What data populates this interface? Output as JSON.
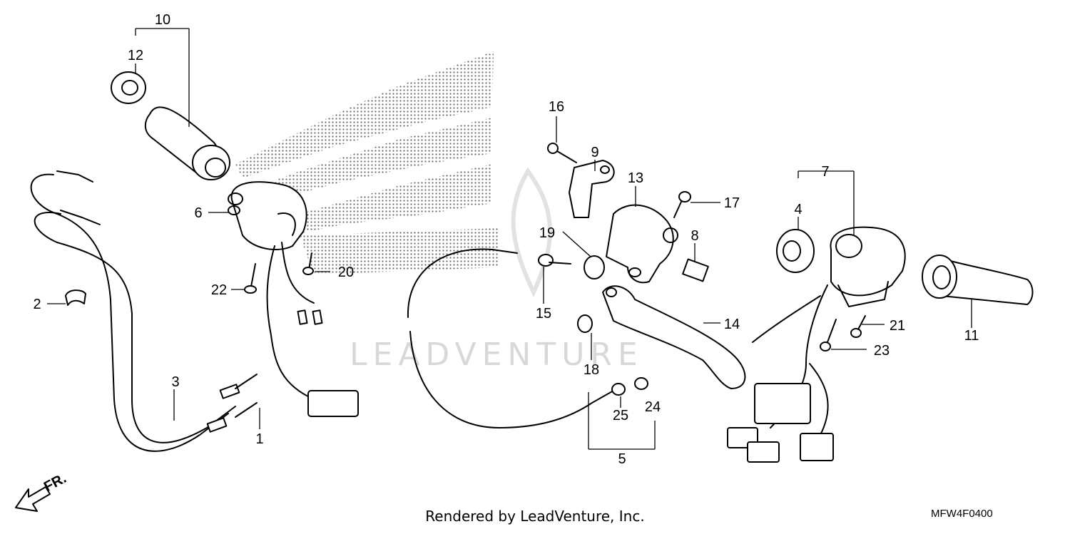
{
  "callouts": [
    "1",
    "2",
    "3",
    "4",
    "5",
    "6",
    "7",
    "8",
    "9",
    "10",
    "11",
    "12",
    "13",
    "14",
    "15",
    "16",
    "17",
    "18",
    "19",
    "20",
    "21",
    "22",
    "23",
    "24",
    "25"
  ],
  "direction_label": "FR.",
  "watermark_text": "LEADVENTURE",
  "footer_text": "Rendered by LeadVenture, Inc.",
  "diagram_code": "MFW4F0400"
}
